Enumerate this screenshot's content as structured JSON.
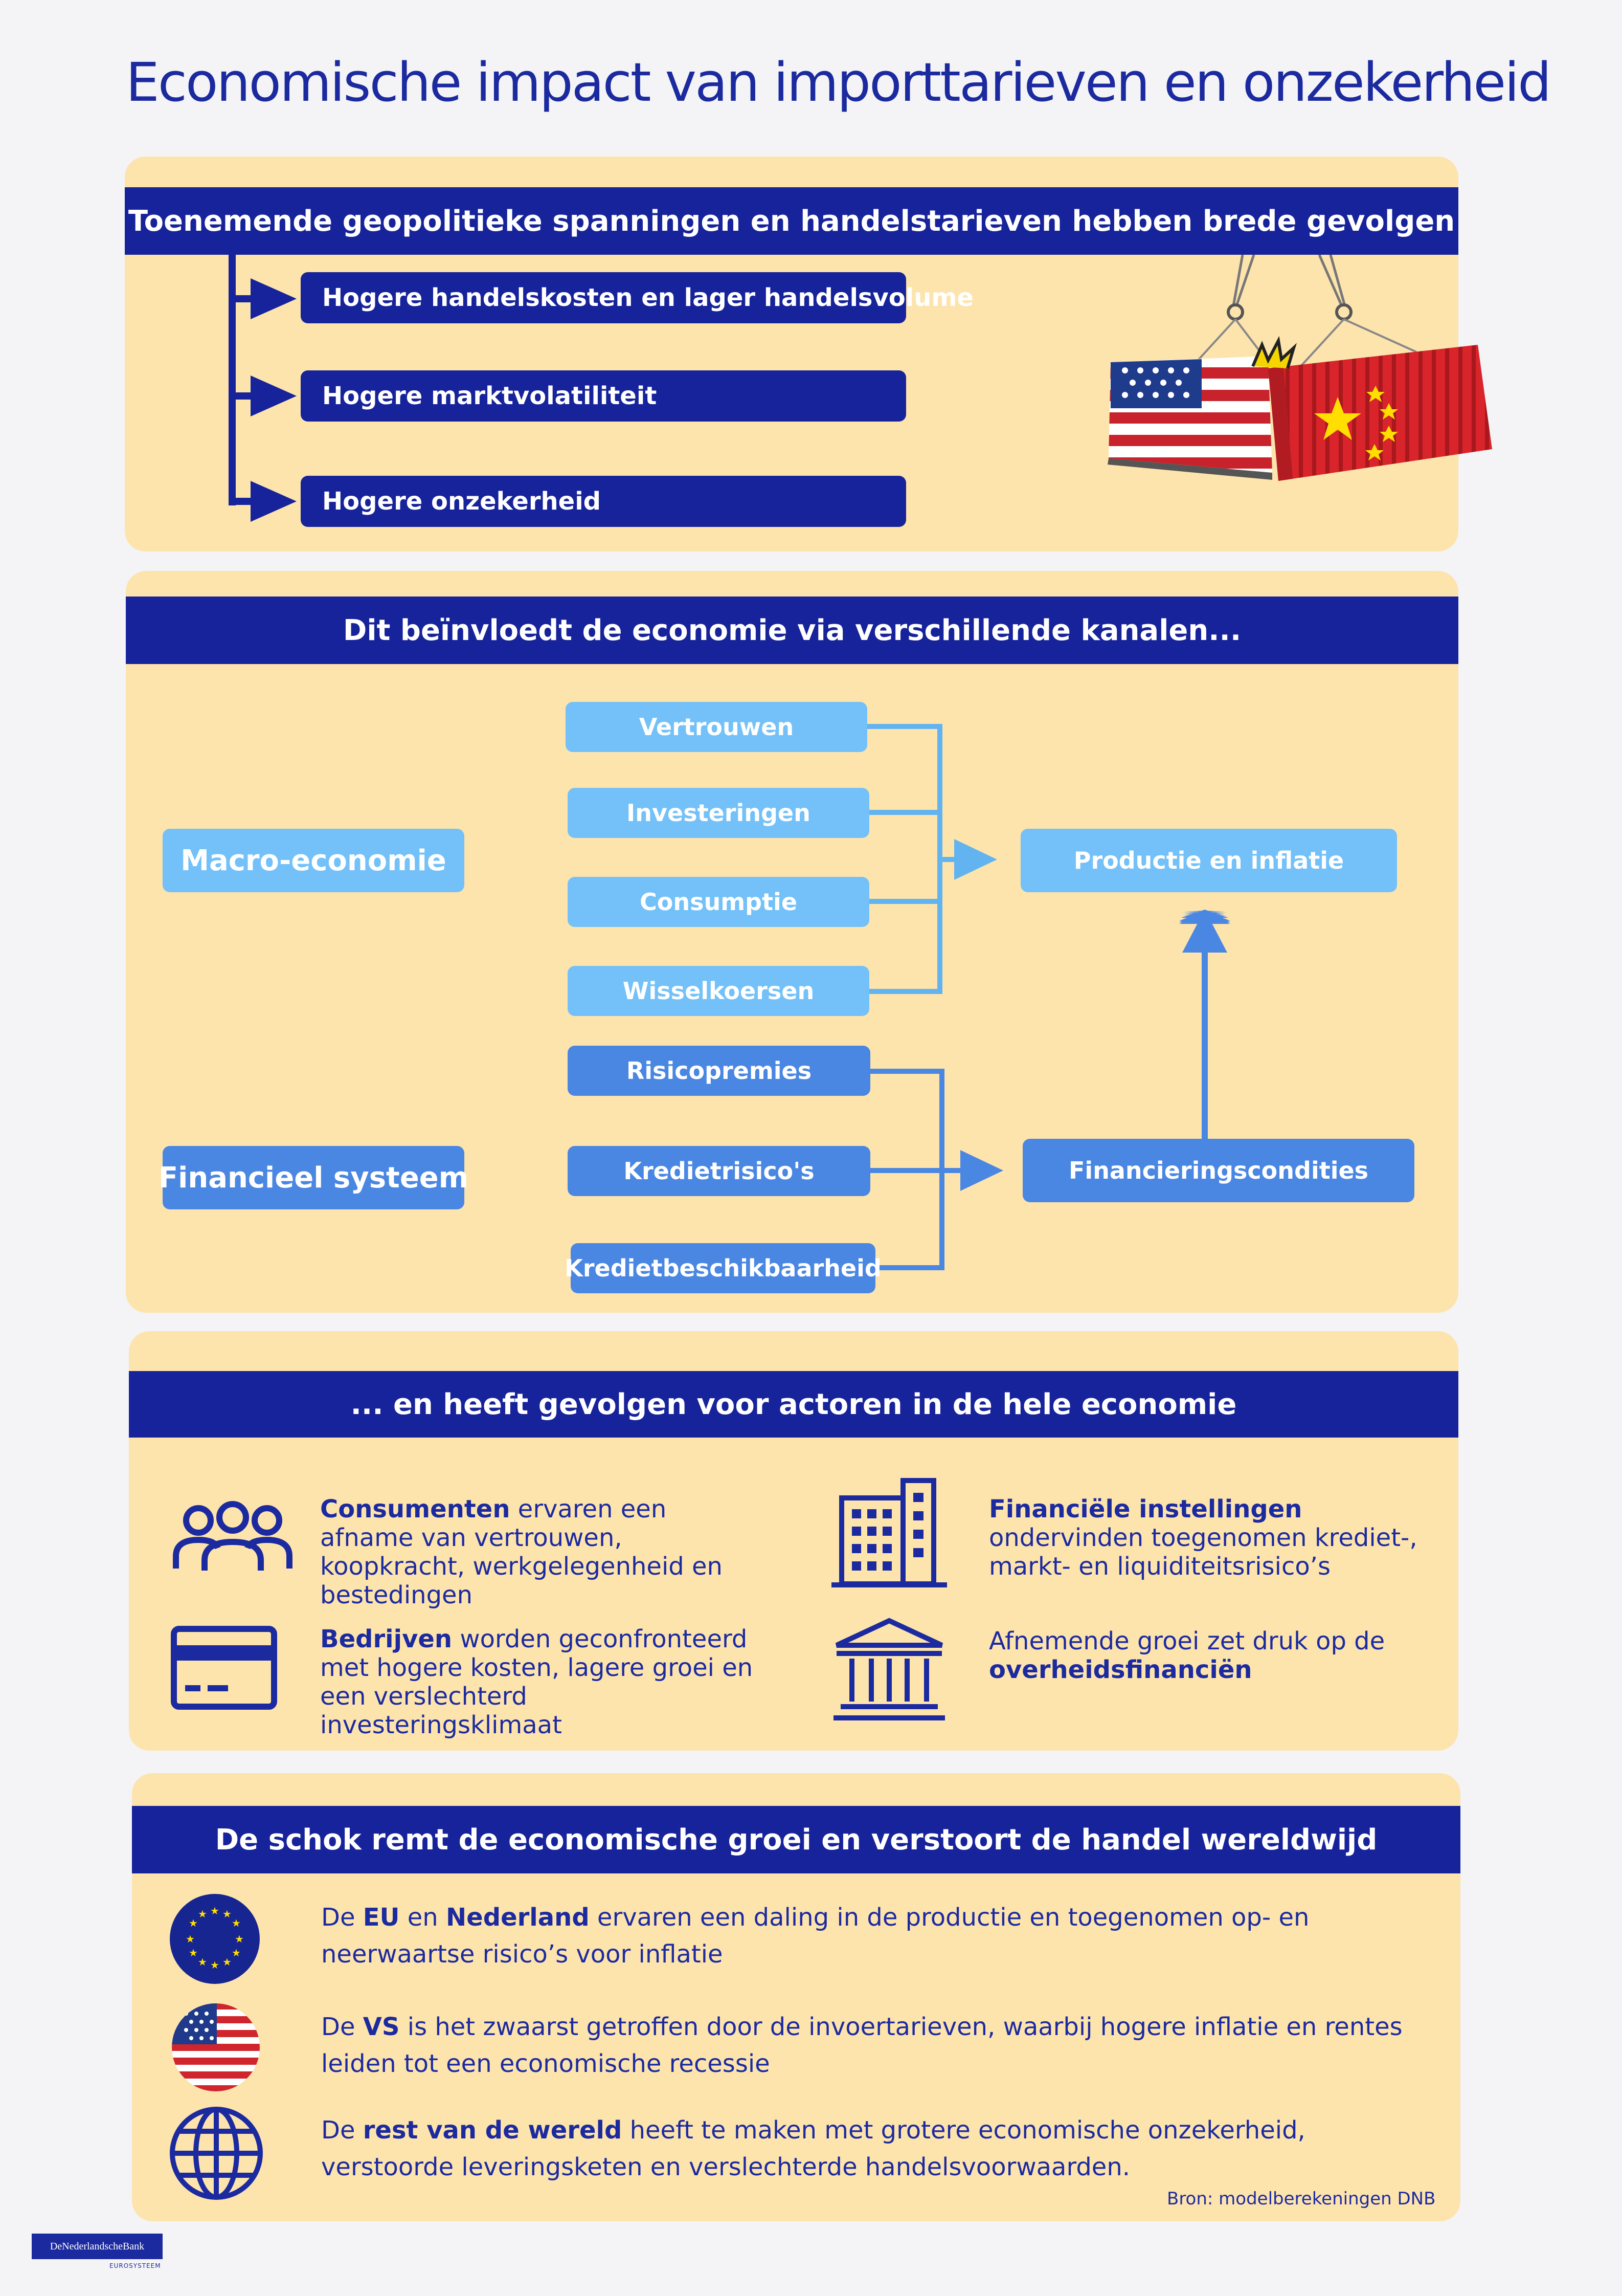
{
  "title": "Economische impact van importtarieven en onzekerheid",
  "section1": {
    "header": "Toenemende geopolitieke spanningen en handelstarieven hebben brede gevolgen",
    "items": [
      "Hogere handelskosten en lager handelsvolume",
      "Hogere marktvolatiliteit",
      "Hogere onzekerheid"
    ]
  },
  "section2": {
    "header": "Dit beïnvloedt de economie via verschillende kanalen...",
    "macro_label": "Macro-economie",
    "financial_label": "Financieel systeem",
    "macro_channels": [
      "Vertrouwen",
      "Investeringen",
      "Consumptie",
      "Wisselkoersen"
    ],
    "financial_channels": [
      "Risicopremies",
      "Kredietrisico's",
      "Kredietbeschikbaarheid"
    ],
    "output_macro": "Productie en inflatie",
    "output_financial": "Financieringscondities"
  },
  "section3": {
    "header": "... en heeft gevolgen voor actoren in de hele economie",
    "consumers_bold": "Consumenten",
    "consumers_text": " ervaren een afname van vertrouwen, koopkracht, werkgelegenheid en bestedingen",
    "companies_bold": "Bedrijven",
    "companies_text": " worden geconfronteerd met hogere kosten, lagere groei en een verslechterd investeringsklimaat",
    "financial_bold": "Financiële instellingen",
    "financial_text": " ondervinden toegenomen krediet-, markt- en liquiditeitsrisico’s",
    "government_text": "Afnemende groei zet druk op de ",
    "government_bold": "overheidsfinanciën"
  },
  "section4": {
    "header": "De schok remt de economische groei en verstoort de handel wereldwijd",
    "eu_pre": "De ",
    "eu_bold1": "EU",
    "eu_mid": " en ",
    "eu_bold2": "Nederland",
    "eu_text": " ervaren een daling in de productie en toegenomen op- en neerwaartse risico’s voor inflatie",
    "us_pre": "De ",
    "us_bold": "VS",
    "us_text": " is het zwaarst getroffen door de invoertarieven, waarbij hogere inflatie en rentes leiden tot een economische recessie",
    "world_pre": "De ",
    "world_bold": "rest van de wereld",
    "world_text": " heeft te maken met grotere economische onzekerheid, verstoorde leveringsketen en verslechterde handelsvoorwaarden.",
    "source": "Bron: modelberekeningen DNB"
  },
  "logo": {
    "name": "DeNederlandscheBank",
    "sub": "EUROSYSTEEM"
  },
  "colors": {
    "navy": "#17239a",
    "title_blue": "#1c2aa0",
    "panel": "#fde4ad",
    "light_blue": "#73c1f8",
    "mid_blue": "#4a87e2",
    "background": "#f4f4f7"
  }
}
